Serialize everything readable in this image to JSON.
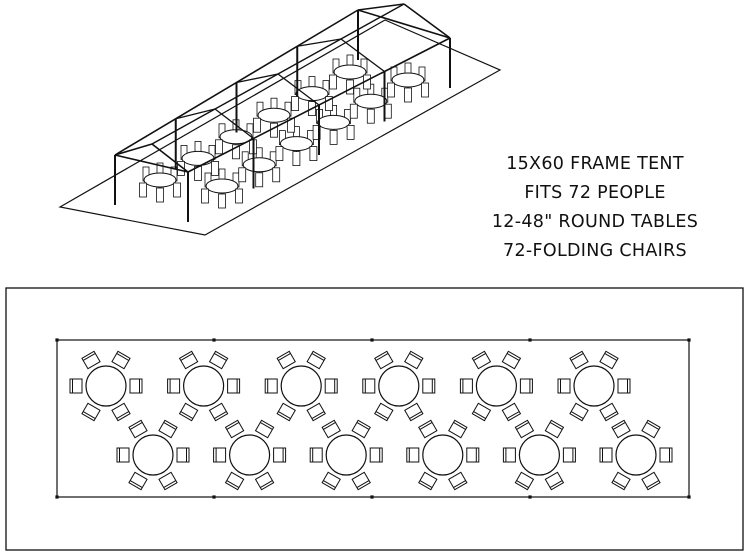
{
  "specs": {
    "line1": "15X60 FRAME TENT",
    "line2": "FITS 72 PEOPLE",
    "line3": "12-48\" ROUND TABLES",
    "line4": "72-FOLDING CHAIRS"
  },
  "layout": {
    "table_count": 12,
    "chairs_per_table": 6,
    "row1_tables": 6,
    "row2_tables": 6
  },
  "colors": {
    "line": "#111111",
    "background": "#ffffff"
  }
}
